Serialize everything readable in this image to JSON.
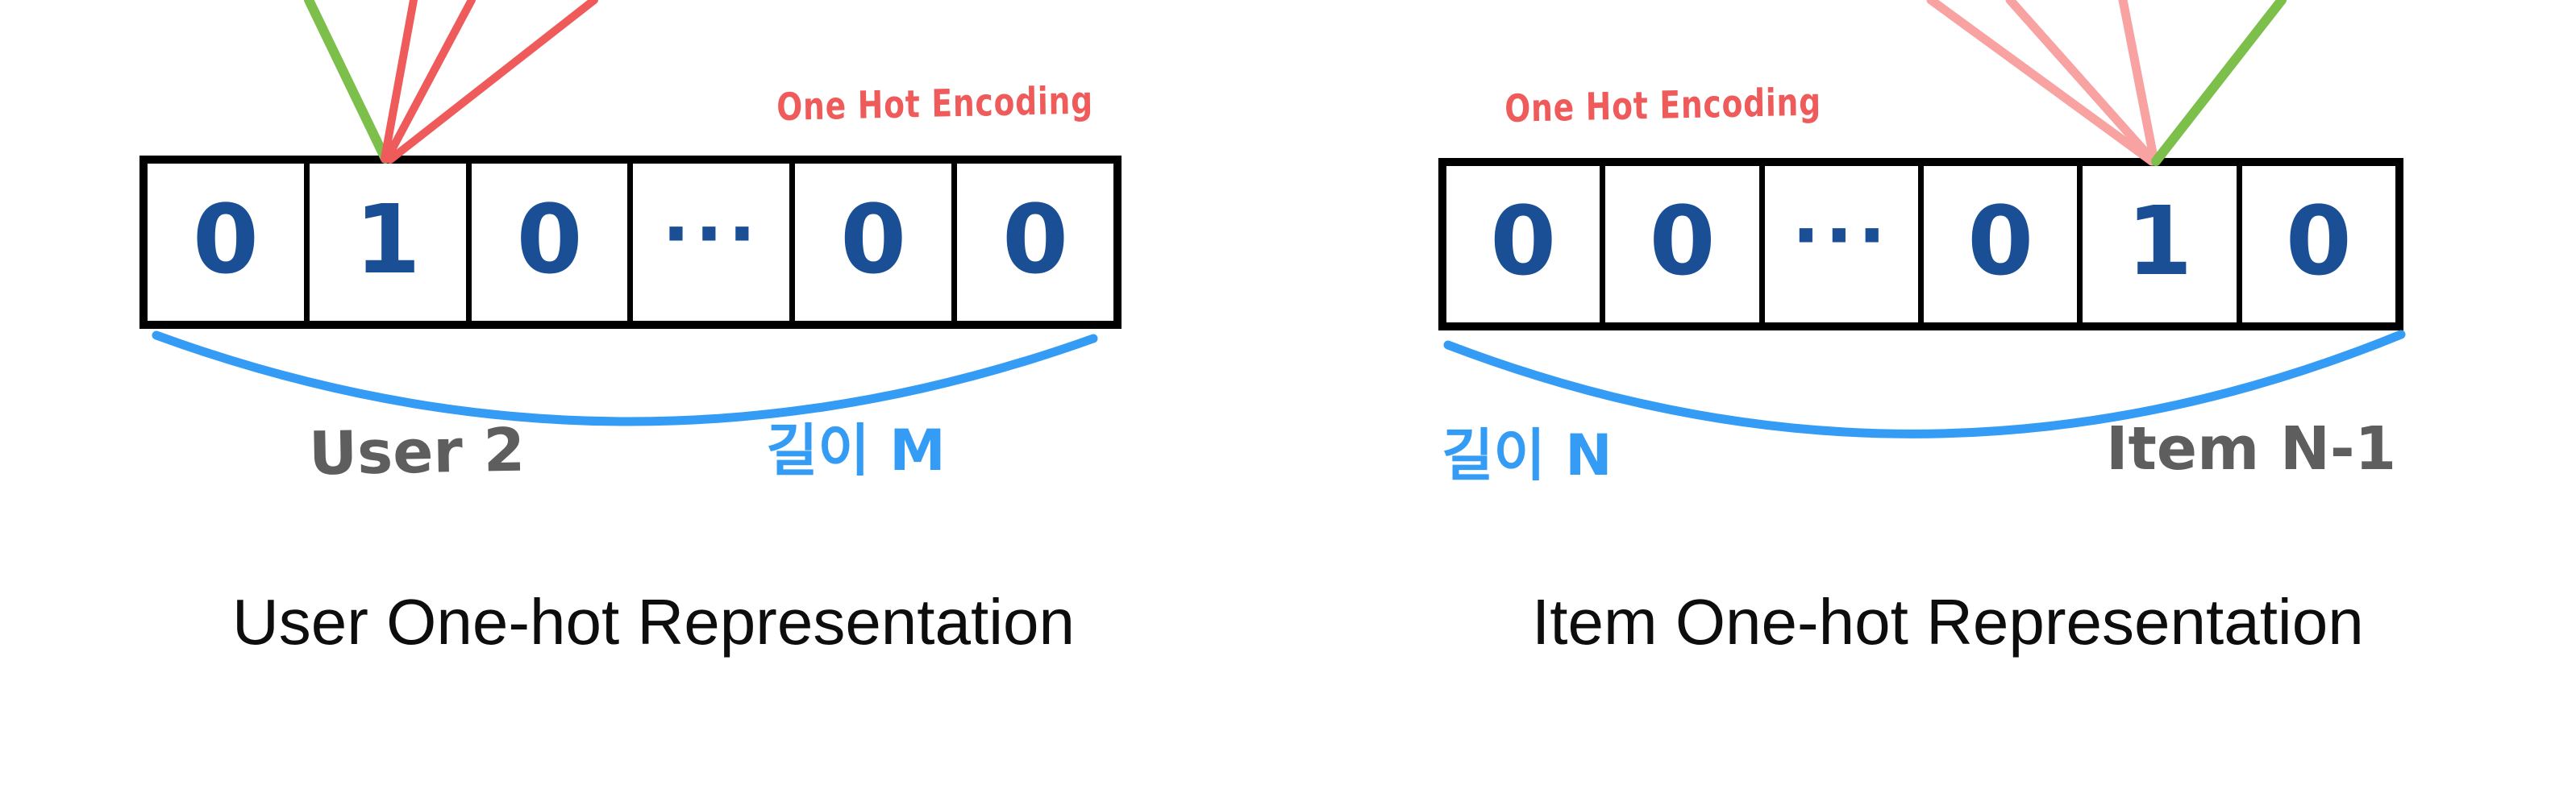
{
  "colors": {
    "background": "#ffffff",
    "box_border": "#000000",
    "digit_navy": "#1a4f96",
    "encoding_red": "#ef5a5a",
    "item_line_pink": "#f8a2a2",
    "highlight_green": "#7dbf4b",
    "brace_blue": "#359cf5",
    "entity_gray": "#5e5e5e",
    "caption_black": "#0d0d0d"
  },
  "left_diagram": {
    "encoding_label": "One Hot Encoding",
    "cells": [
      "0",
      "1",
      "0",
      "···",
      "0",
      "0"
    ],
    "one_hot_index": 1,
    "entity_label": "User 2",
    "length_label": "길이 M",
    "caption": "User One-hot Representation"
  },
  "right_diagram": {
    "encoding_label": "One Hot Encoding",
    "cells": [
      "0",
      "0",
      "···",
      "0",
      "1",
      "0"
    ],
    "one_hot_index": 4,
    "entity_label": "Item N-1",
    "length_label": "길이 N",
    "caption": "Item One-hot Representation"
  }
}
